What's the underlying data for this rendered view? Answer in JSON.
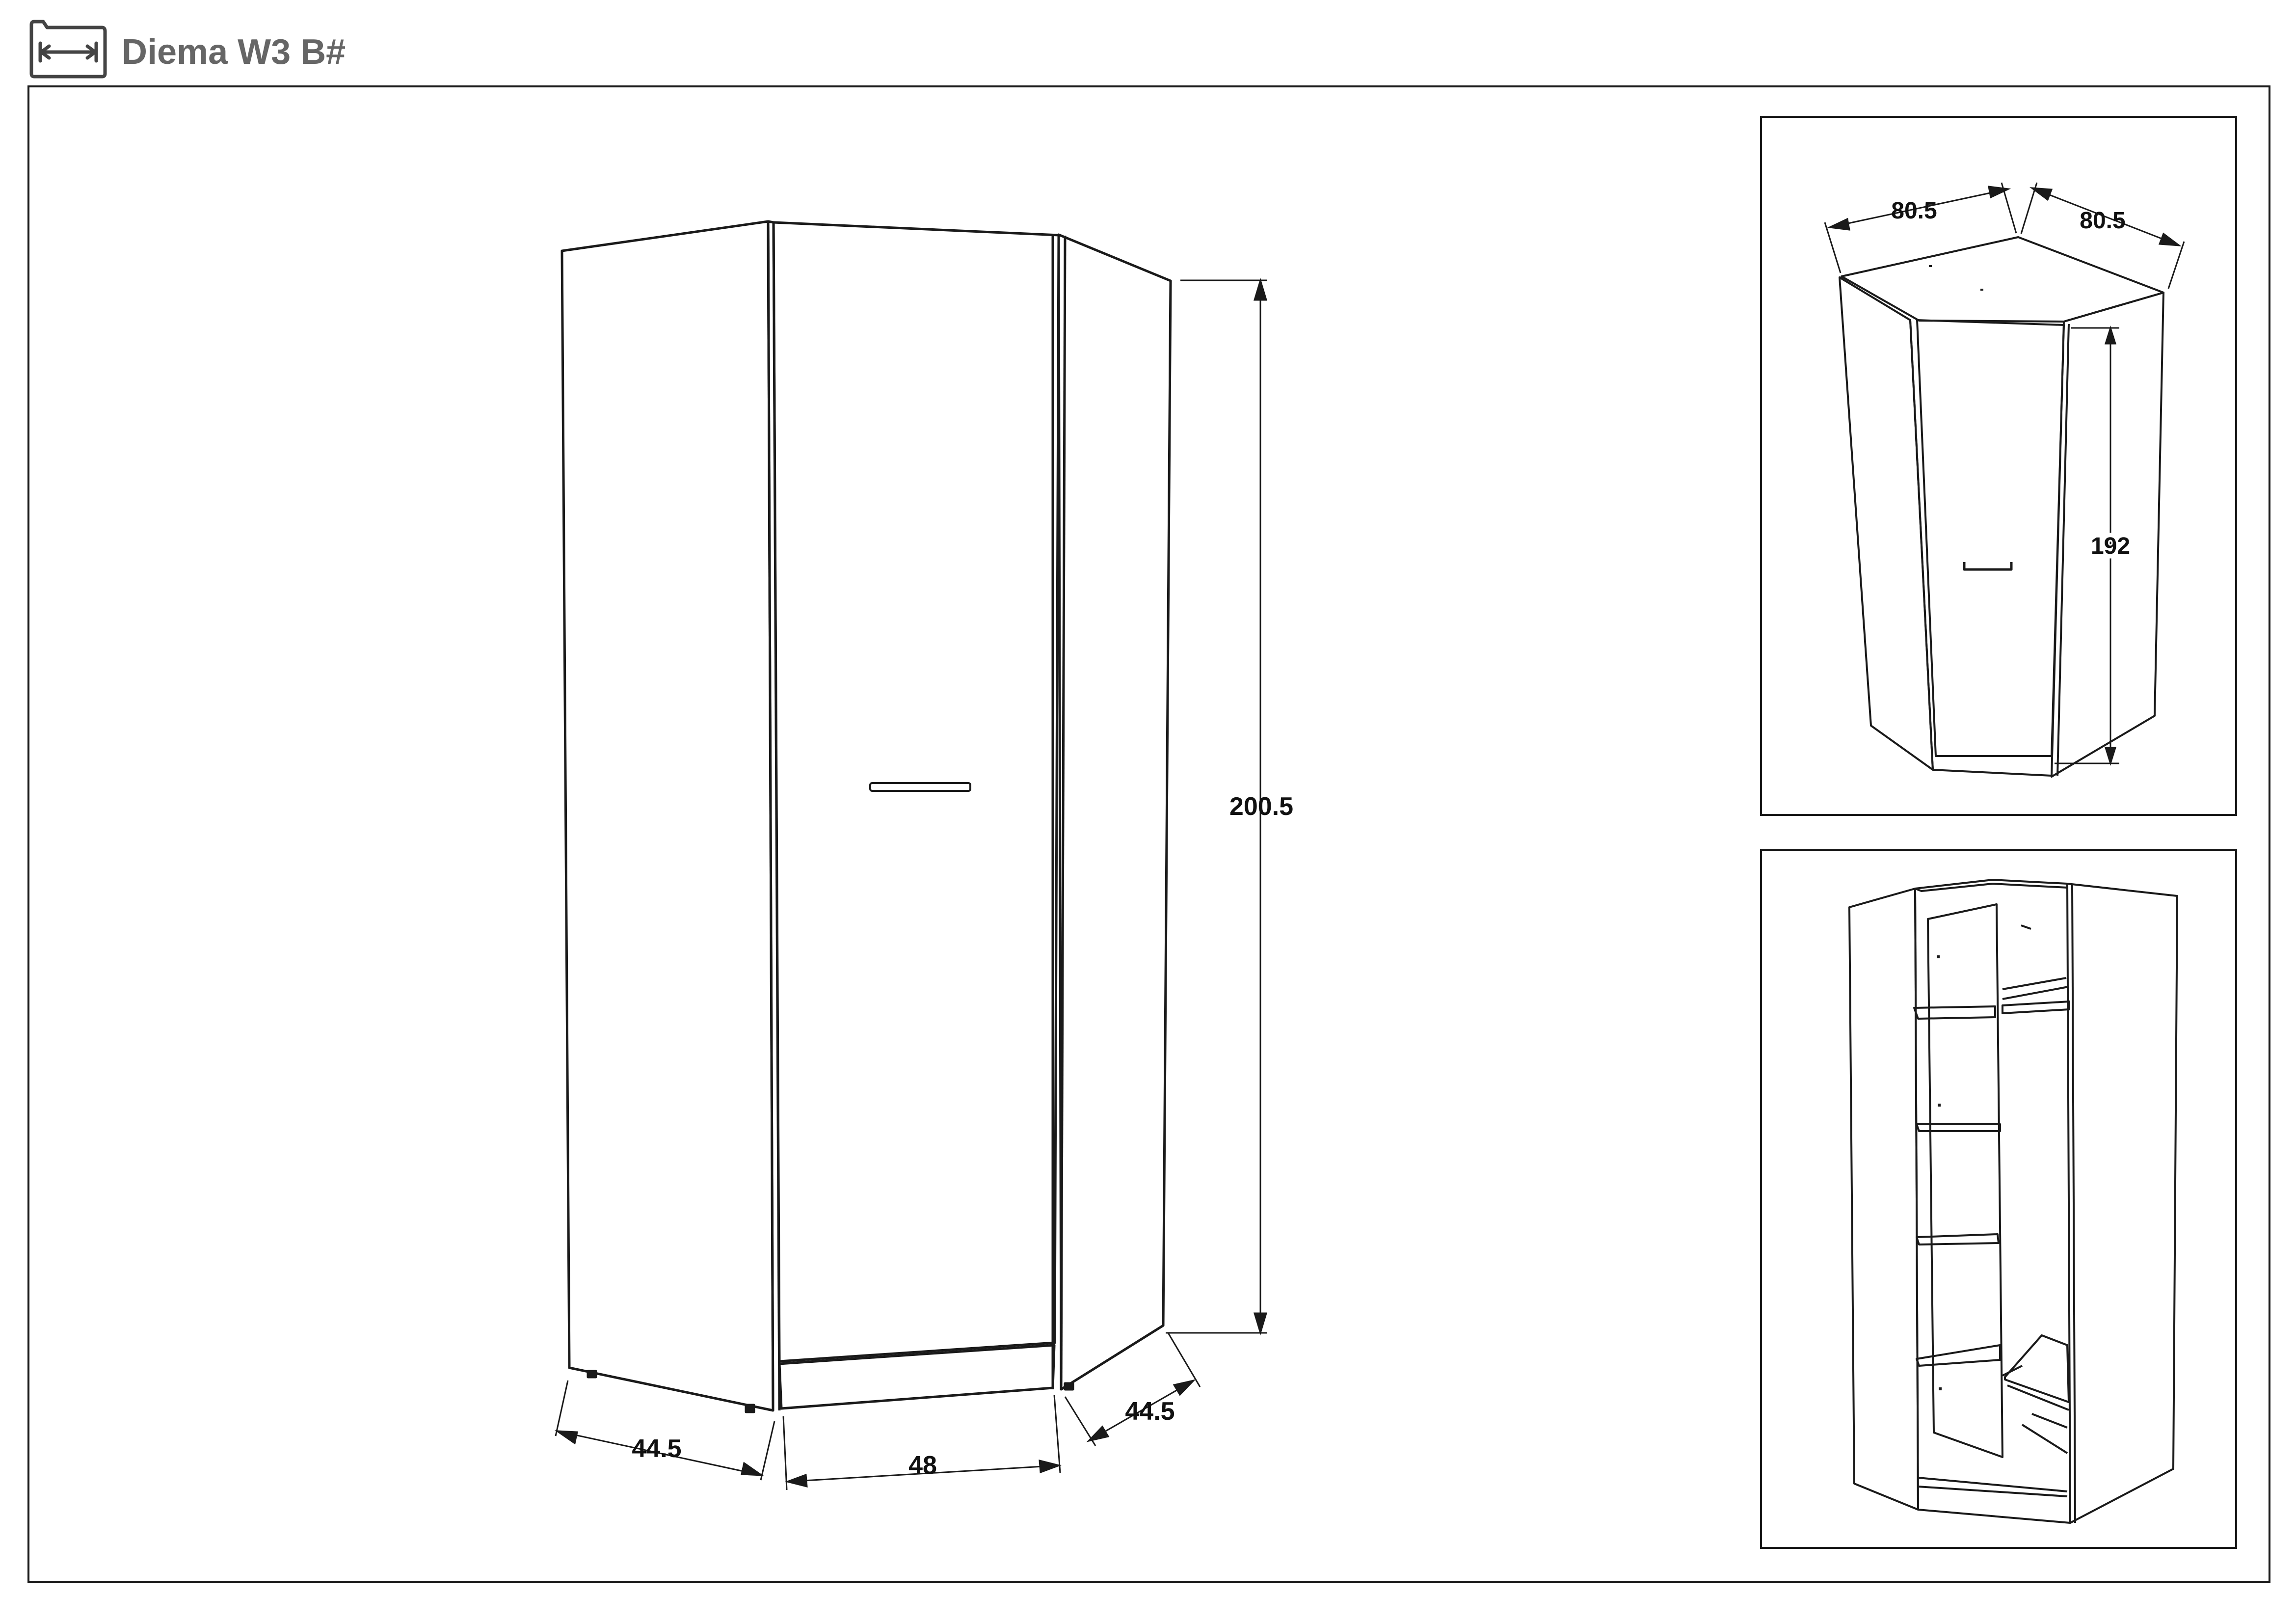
{
  "header": {
    "icon": "dimension-arrow-icon",
    "title": "Diema W3 B#"
  },
  "main_view": {
    "dimensions": {
      "height": "200.5",
      "left_depth": "44.5",
      "front_width": "48",
      "right_depth": "44.5"
    }
  },
  "top_view": {
    "dimensions": {
      "width_left": "80.5",
      "width_right": "80.5",
      "door_height": "192"
    }
  },
  "open_view": {},
  "colors": {
    "line": "#1a1a1a",
    "title": "#666666"
  }
}
